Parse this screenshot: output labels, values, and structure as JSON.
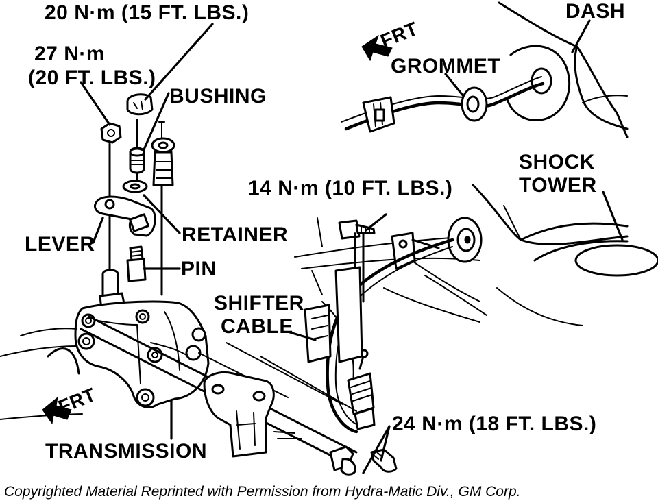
{
  "labels": {
    "torque_top": "20 N·m (15 FT. LBS.)",
    "torque_nut_line1": "27 N·m",
    "torque_nut_line2": "(20 FT. LBS.)",
    "bushing": "BUSHING",
    "retainer": "RETAINER",
    "lever": "LEVER",
    "pin": "PIN",
    "frt_top": "FRT",
    "grommet": "GROMMET",
    "dash": "DASH",
    "shock_tower_line1": "SHOCK",
    "shock_tower_line2": "TOWER",
    "torque_bolt": "14 N·m (10 FT. LBS.)",
    "shifter_cable_line1": "SHIFTER",
    "shifter_cable_line2": "CABLE",
    "frt_bottom": "FRT",
    "transmission": "TRANSMISSION",
    "torque_bracket": "24 N·m (18 FT. LBS.)"
  },
  "copyright": "Copyrighted Material Reprinted with Permission from Hydra-Matic Div., GM Corp."
}
